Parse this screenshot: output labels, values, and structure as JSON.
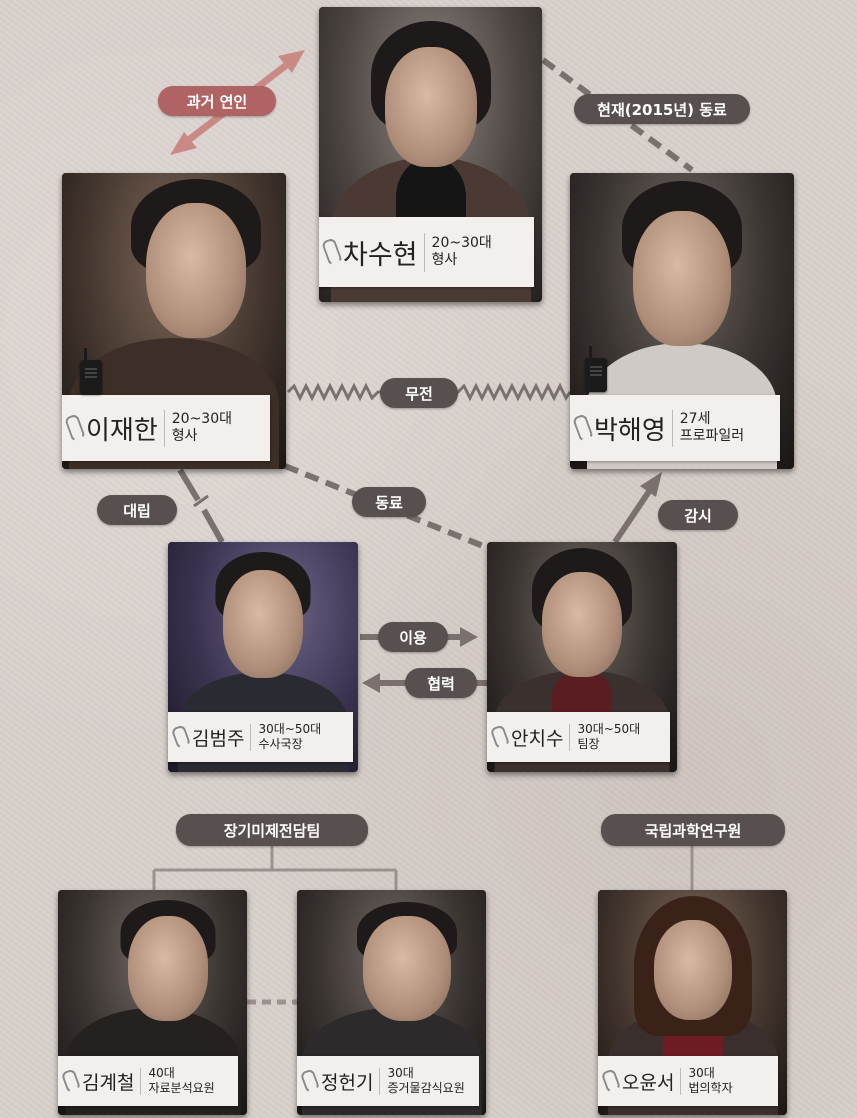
{
  "colors": {
    "background": "#d8d0cb",
    "pill_dark": "#58504e",
    "pill_red": "#b06363",
    "line": "#7a716e",
    "arrow_red": "#c98a86",
    "nameplate": "#f2efec"
  },
  "characters": [
    {
      "id": "chasuhyeon",
      "name": "차수현",
      "age": "20~30대",
      "role": "형사"
    },
    {
      "id": "ijaehan",
      "name": "이재한",
      "age": "20~30대",
      "role": "형사"
    },
    {
      "id": "parkhaeyoung",
      "name": "박해영",
      "age": "27세",
      "role": "프로파일러"
    },
    {
      "id": "kimbeomju",
      "name": "김범주",
      "age": "30대~50대",
      "role": "수사국장"
    },
    {
      "id": "anchisu",
      "name": "안치수",
      "age": "30대~50대",
      "role": "팀장"
    },
    {
      "id": "kimgyecheol",
      "name": "김계철",
      "age": "40대",
      "role": "자료분석요원"
    },
    {
      "id": "jeongheongi",
      "name": "정헌기",
      "age": "30대",
      "role": "증거물감식요원"
    },
    {
      "id": "oyunseo",
      "name": "오윤서",
      "age": "30대",
      "role": "법의학자"
    }
  ],
  "relations": {
    "past_lover": "과거 연인",
    "current_colleague": "현재(2015년) 동료",
    "radio": "무전",
    "colleague": "동료",
    "confrontation": "대립",
    "surveillance": "감시",
    "use": "이용",
    "cooperation": "협력"
  },
  "groups": {
    "cold_case_team": "장기미제전담팀",
    "forensic_institute": "국립과학연구원"
  },
  "icons": {
    "clip": "paperclip-icon",
    "radio": "walkie-talkie-icon"
  }
}
